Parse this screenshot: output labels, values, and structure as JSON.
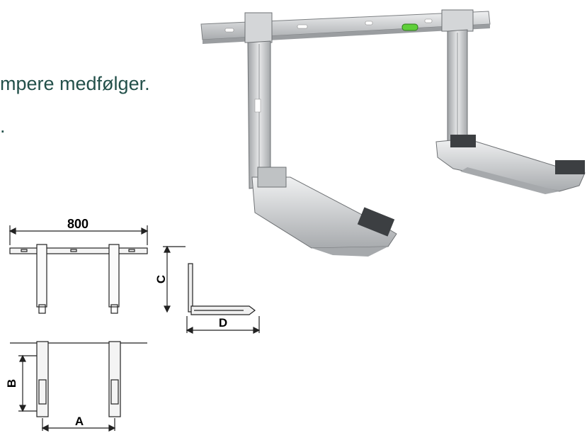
{
  "text": {
    "line1": "mpere medfølger.",
    "line2": "."
  },
  "dimensions": {
    "width": "800",
    "c": "C",
    "d": "D",
    "b": "B",
    "a": "A"
  },
  "colors": {
    "text": "#23504a",
    "steel": "#c8cacc",
    "steel_dark": "#8a8d90",
    "level_green": "#5fcf3a"
  }
}
